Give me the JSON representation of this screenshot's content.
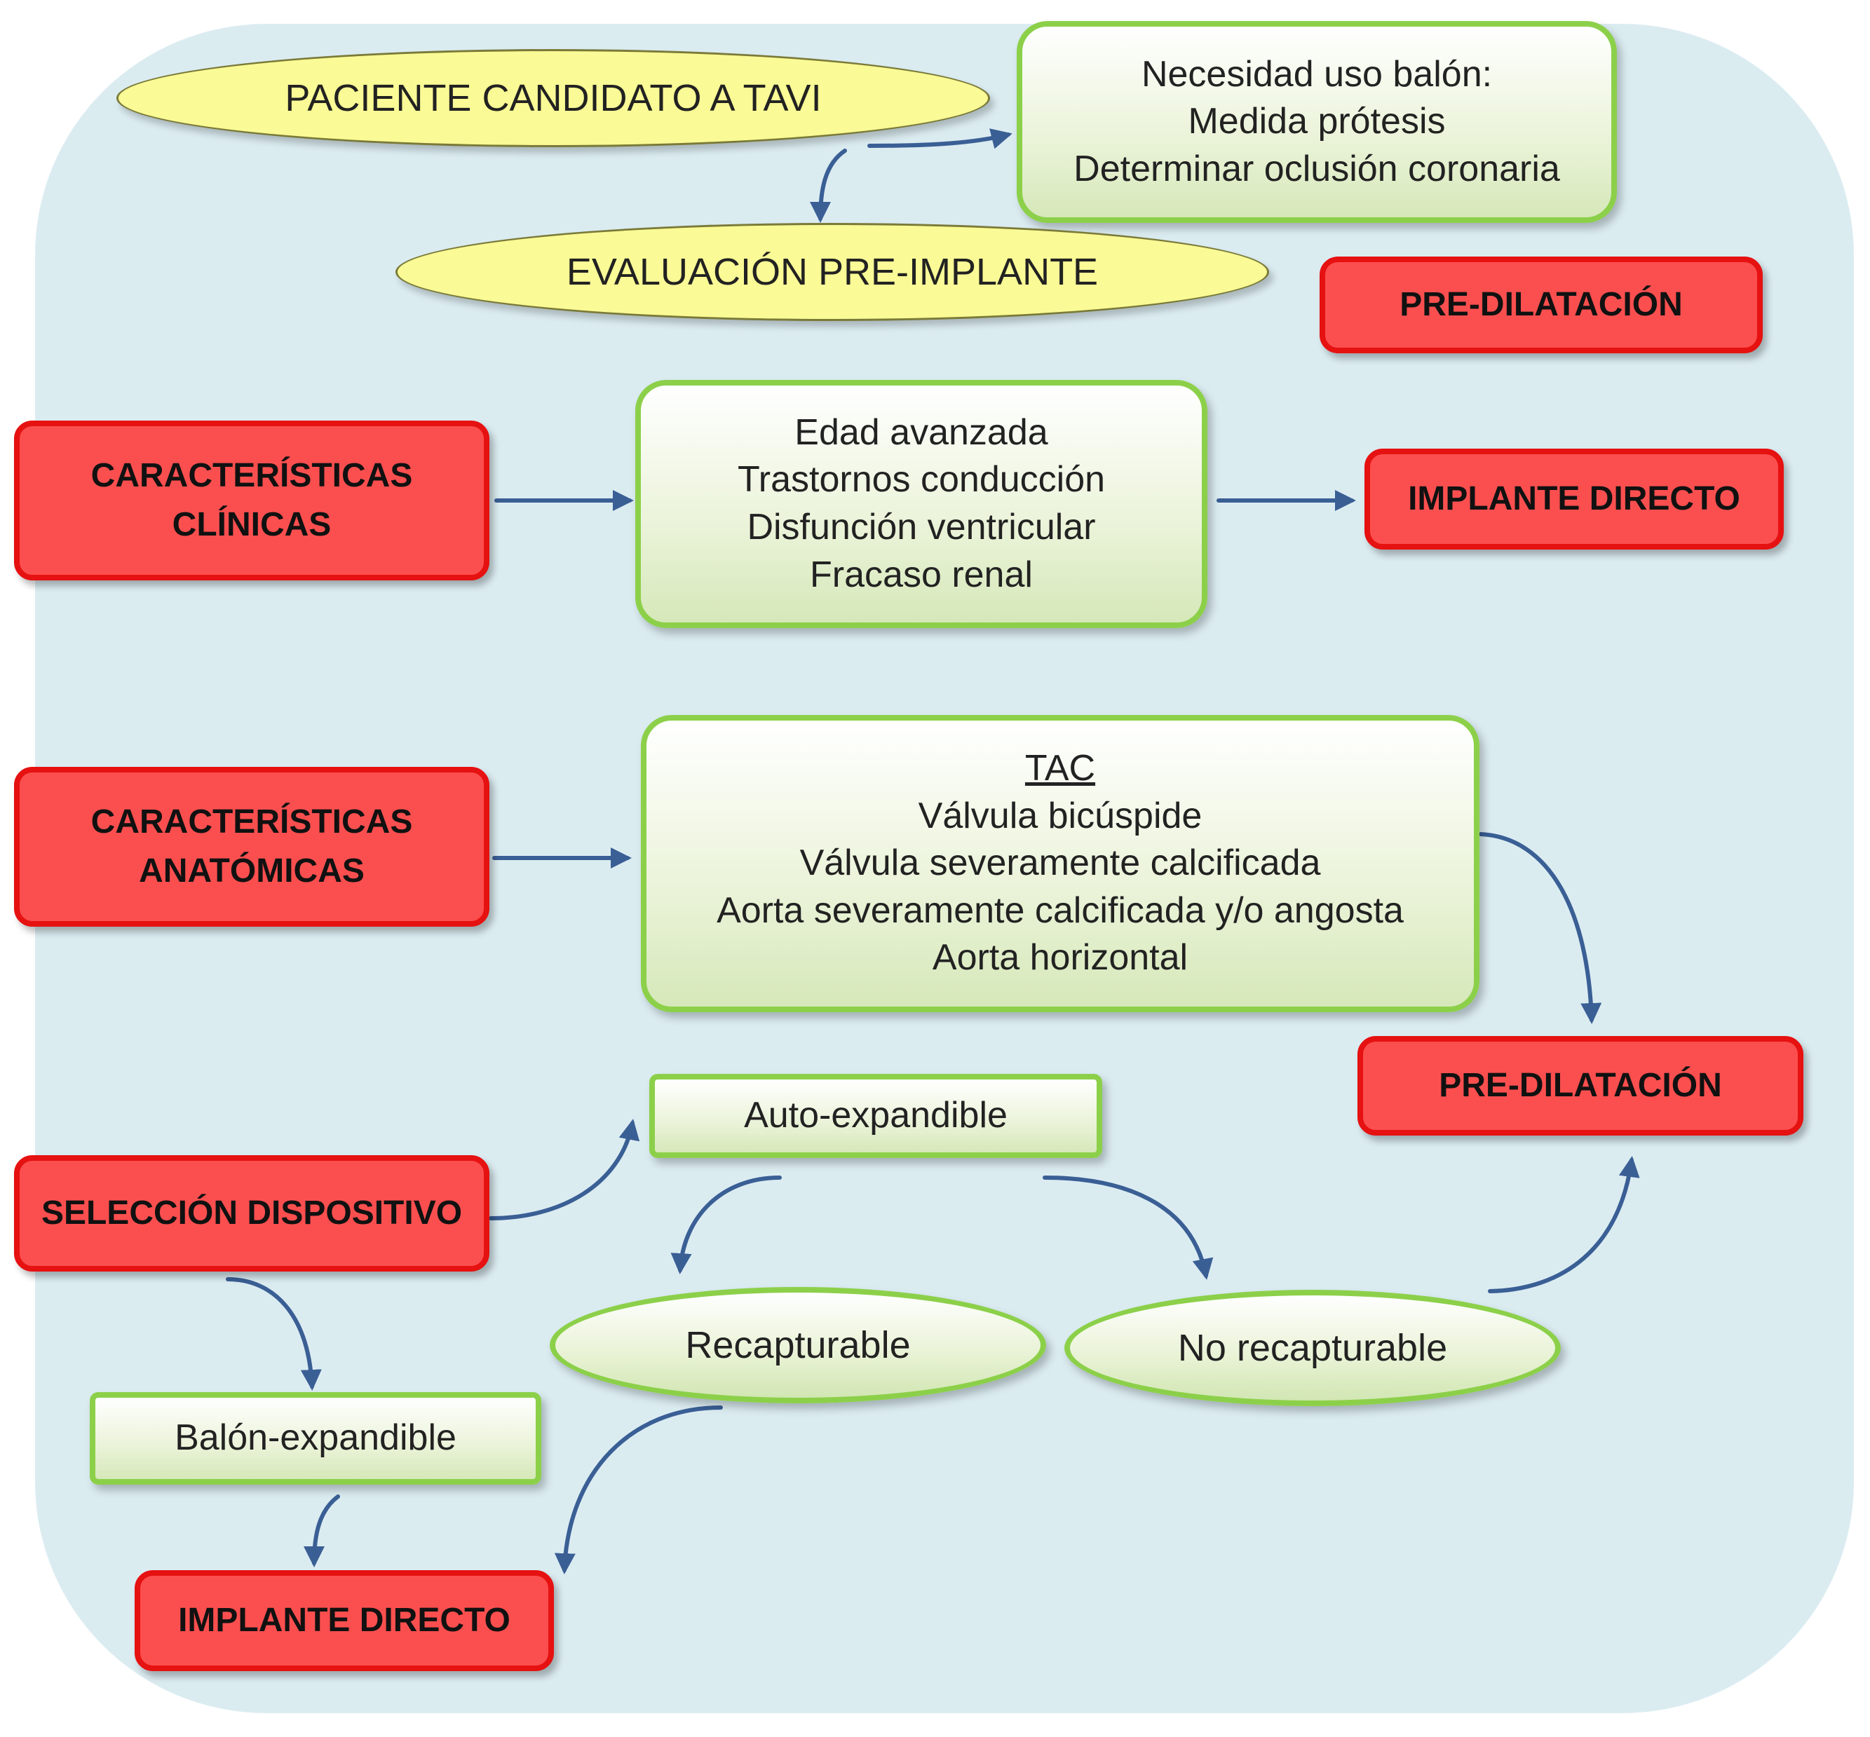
{
  "paciente": "PACIENTE CANDIDATO A TAVI",
  "evaluacion": "EVALUACIÓN PRE-IMPLANTE",
  "necesidad": [
    "Necesidad uso balón:",
    "Medida prótesis",
    "Determinar oclusión coronaria"
  ],
  "predilatacion_top": "PRE-DILATACIÓN",
  "clinicas": [
    "CARACTERÍSTICAS",
    "CLÍNICAS"
  ],
  "clinicas_list": [
    "Edad avanzada",
    "Trastornos conducción",
    "Disfunción ventricular",
    "Fracaso renal"
  ],
  "implante_directo_right": "IMPLANTE DIRECTO",
  "anatomicas": [
    "CARACTERÍSTICAS",
    "ANATÓMICAS"
  ],
  "tac_title": "TAC",
  "tac_list": [
    "Válvula bicúspide",
    "Válvula severamente calcificada",
    "Aorta severamente calcificada y/o angosta",
    "Aorta horizontal"
  ],
  "predilatacion_right": "PRE-DILATACIÓN",
  "seleccion": "SELECCIÓN DISPOSITIVO",
  "auto_expandible": "Auto-expandible",
  "recapturable": "Recapturable",
  "no_recapturable": "No recapturable",
  "balon_expandible": "Balón-expandible",
  "implante_directo_bottom": "IMPLANTE DIRECTO"
}
